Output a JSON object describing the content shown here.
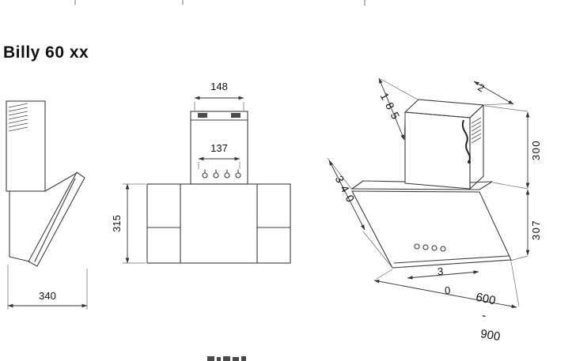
{
  "title": "Billy 60 xx",
  "side_view": {
    "depth_dim": "340"
  },
  "front_view": {
    "bracket_width_dim": "148",
    "controls_width_dim": "137",
    "height_dim": "315"
  },
  "perspective_view": {
    "chimney_depth_dim": "185",
    "chimney_top_dim": "2",
    "chimney_height_dim": "300",
    "body_height_dim": "307",
    "depth_dim": "340",
    "inner_dim_a": "3",
    "inner_dim_b": "0",
    "width_min": "600",
    "width_separator": "-",
    "width_max": "900"
  }
}
